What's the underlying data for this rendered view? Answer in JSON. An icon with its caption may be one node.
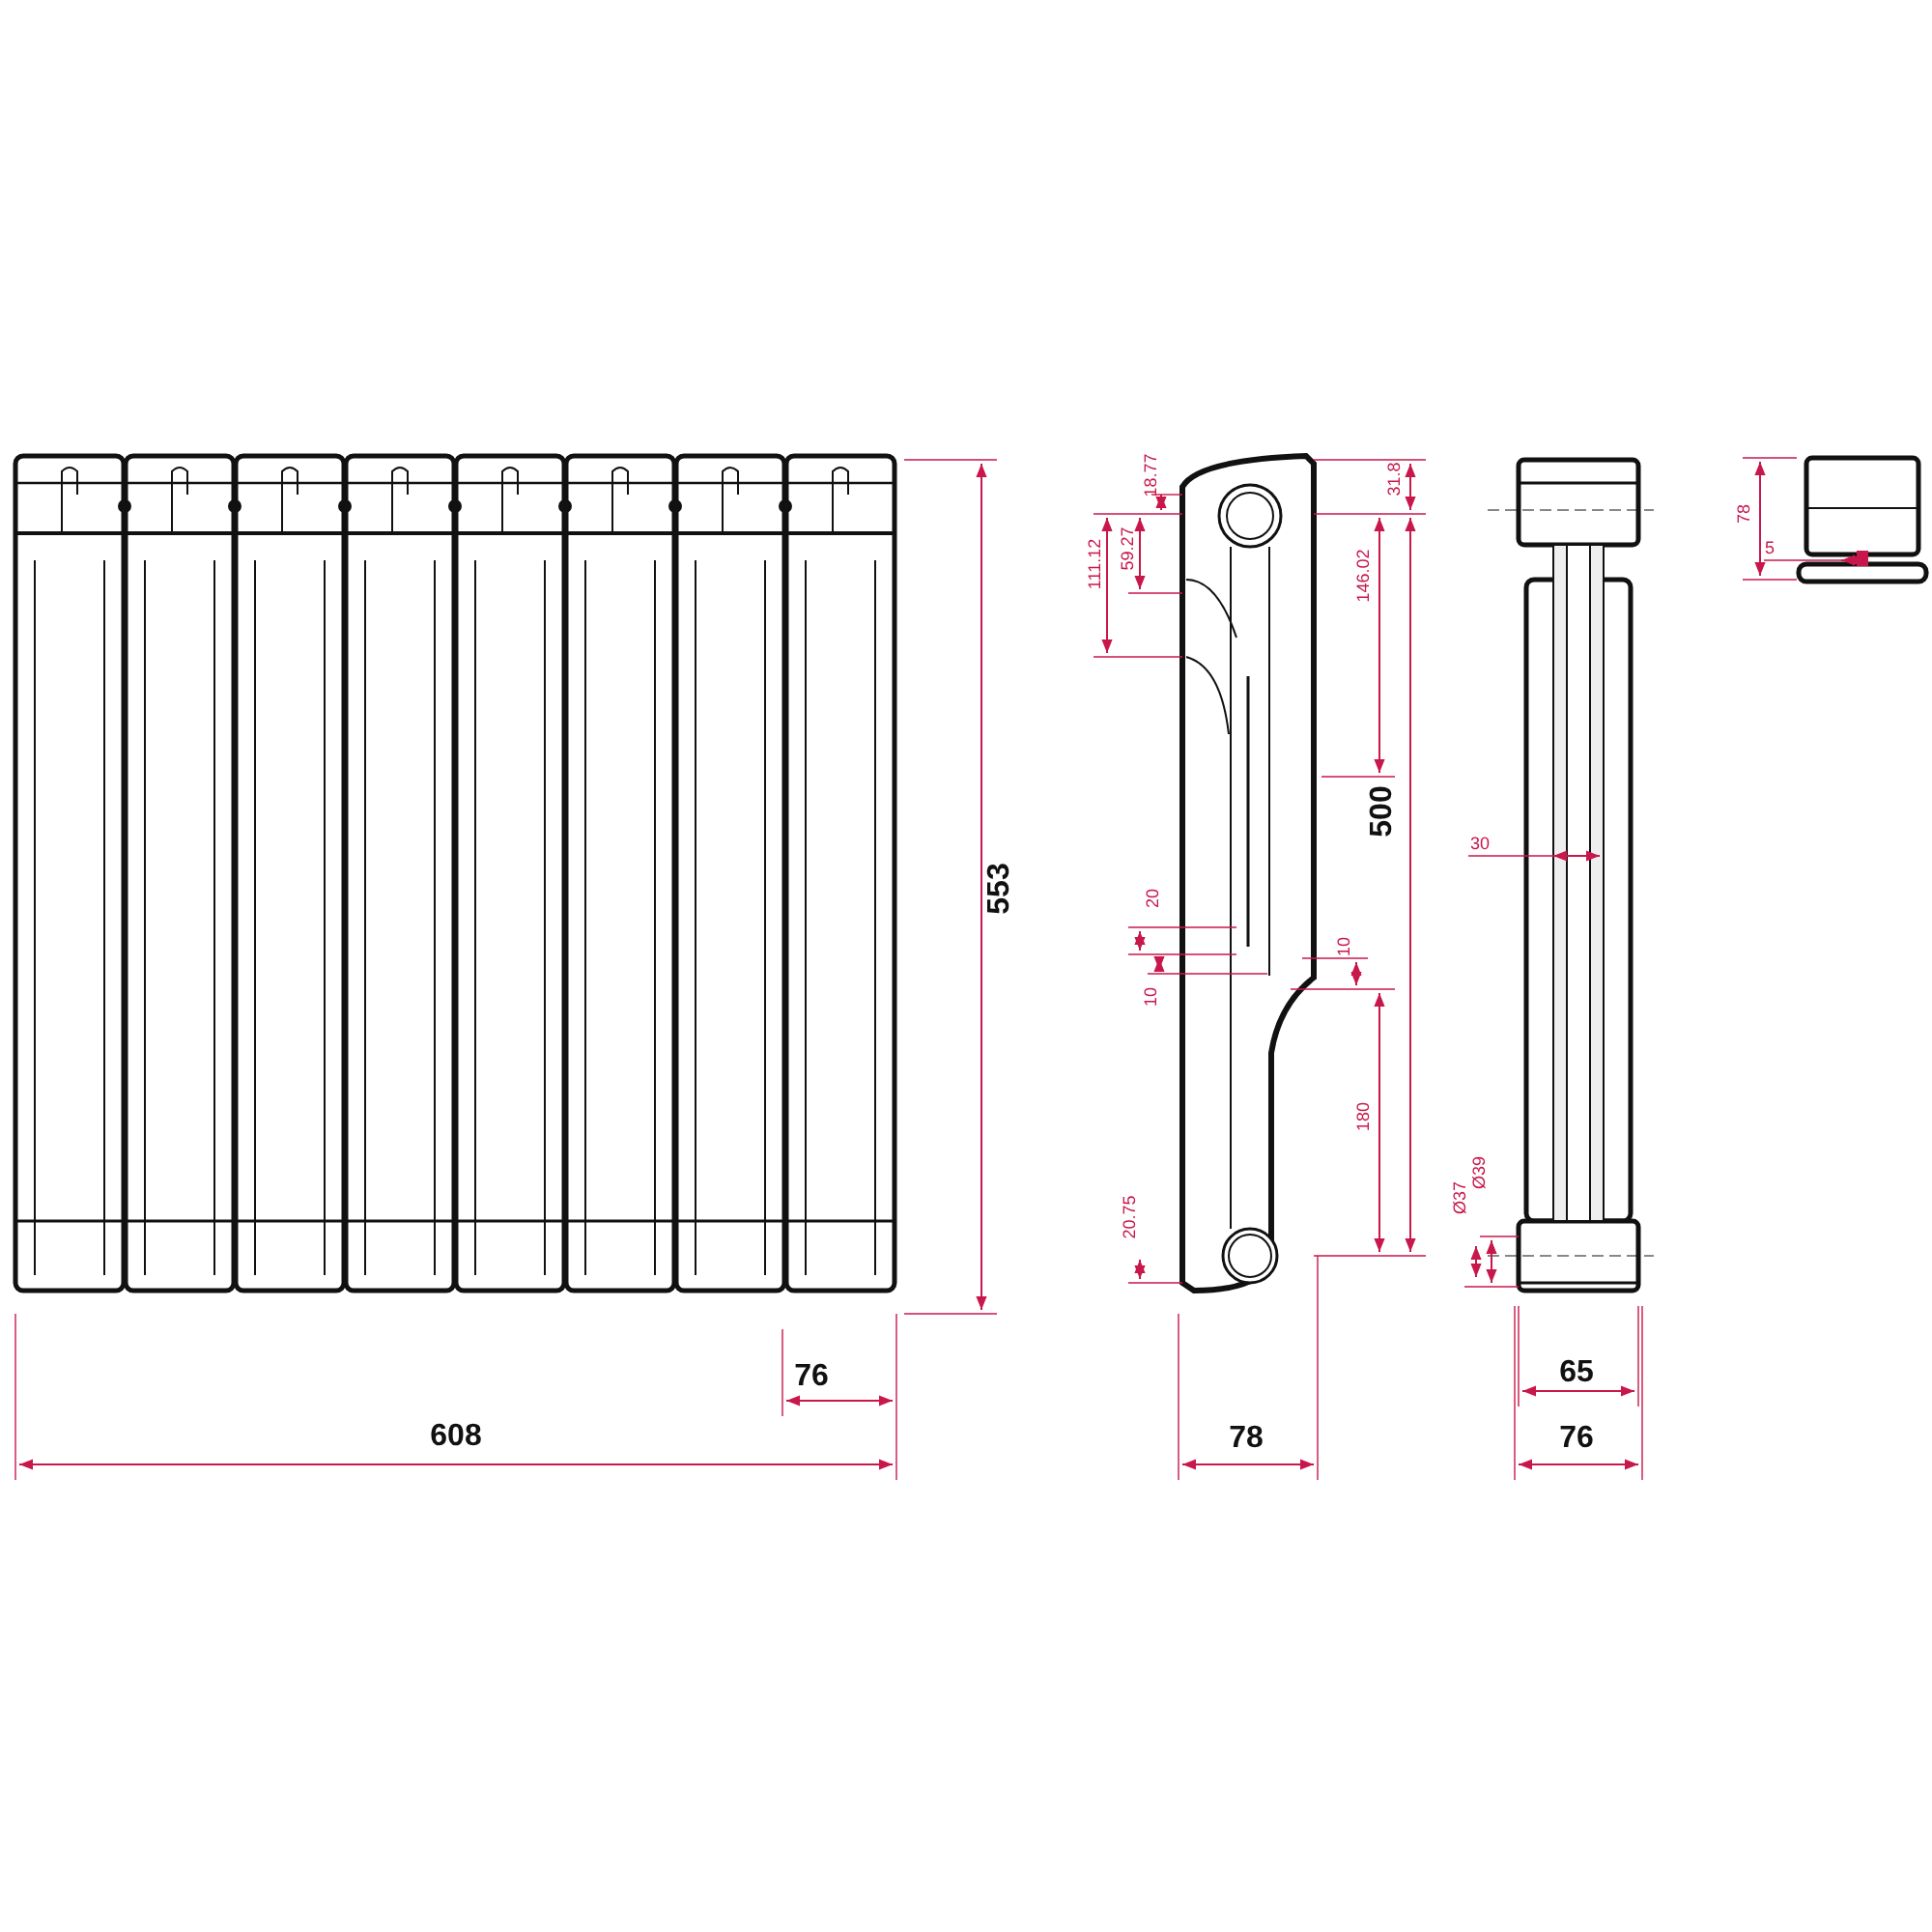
{
  "diagram": {
    "labels": [
      "553",
      "18.77",
      "31.8",
      "111.12",
      "59.27",
      "146.02",
      "78",
      "5",
      "500",
      "30",
      "20",
      "10",
      "10",
      "180",
      "20.75",
      "Ø39",
      "Ø37",
      "76",
      "65",
      "608",
      "78",
      "76"
    ]
  }
}
